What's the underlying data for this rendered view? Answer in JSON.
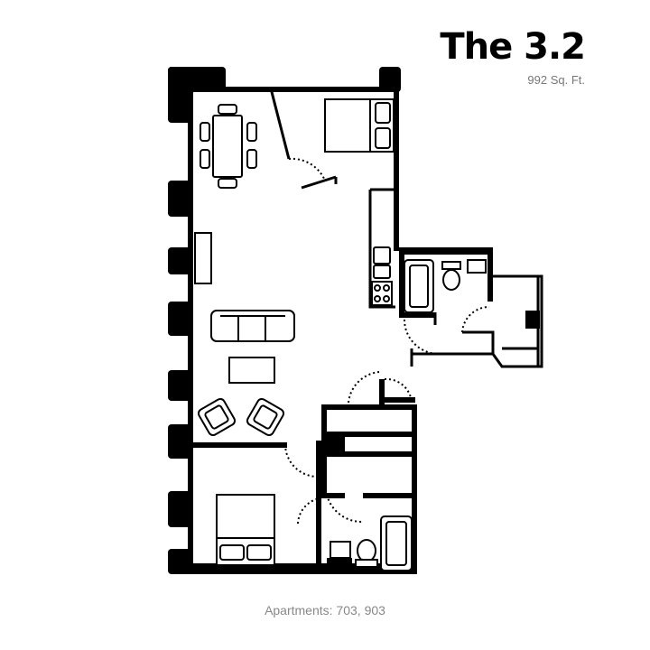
{
  "plan": {
    "title": "The 3.2",
    "area": "992 Sq. Ft.",
    "apartments": "Apartments: 703, 903"
  },
  "colors": {
    "wall": "#000000",
    "fixture": "#000000",
    "text_secondary": "#888888"
  }
}
